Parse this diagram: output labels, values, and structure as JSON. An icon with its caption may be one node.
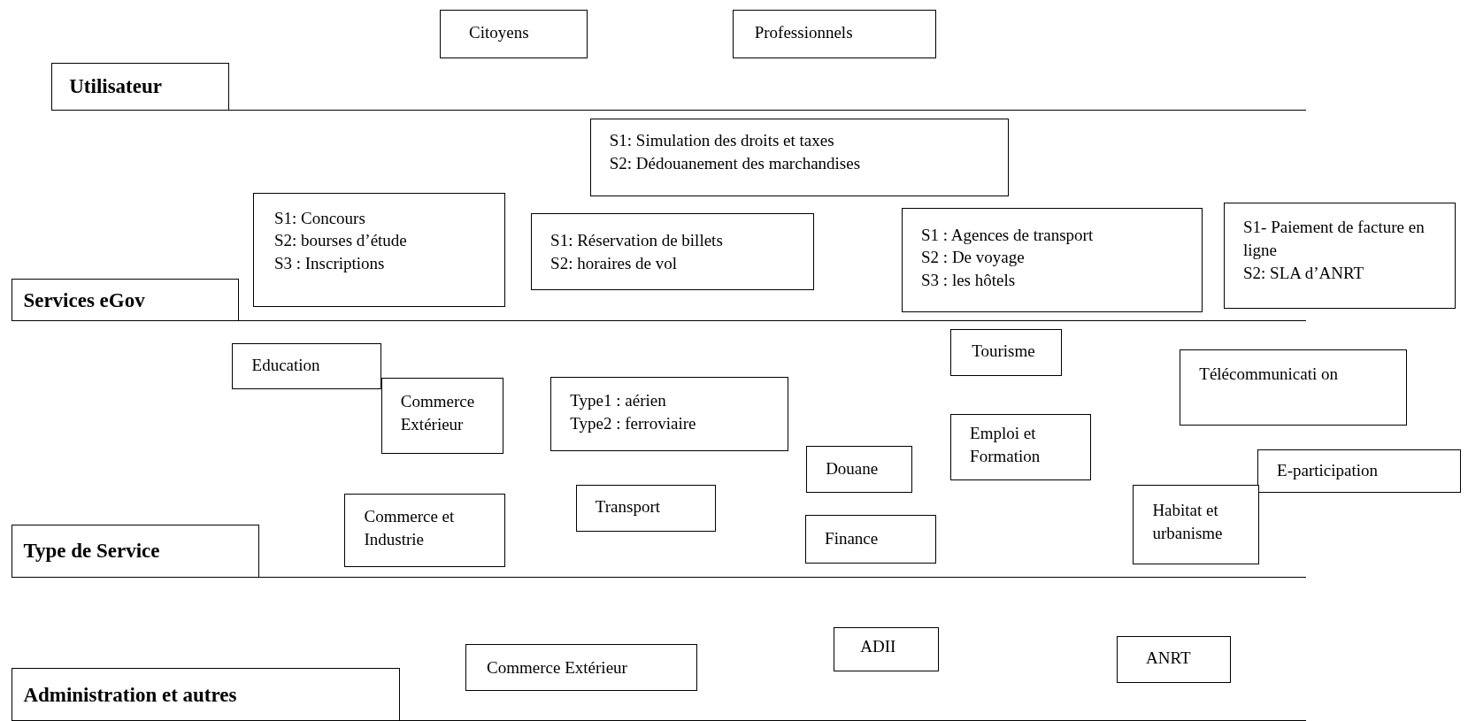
{
  "diagram": {
    "nodes": [
      {
        "text": [
          "Citoyens"
        ]
      },
      {
        "text": [
          "Professionnels"
        ]
      },
      {
        "text": [
          "Utilisateur"
        ]
      },
      {
        "text": [
          "S1: Simulation des droits et taxes",
          "S2: Dédouanement des marchandises"
        ]
      },
      {
        "text": [
          "S1: Concours",
          "S2: bourses d’étude",
          "S3 : Inscriptions"
        ]
      },
      {
        "text": [
          "S1: Réservation de billets",
          "S2: horaires de vol"
        ]
      },
      {
        "text": [
          "S1 : Agences de transport",
          "S2 : De voyage",
          "S3 : les hôtels"
        ]
      },
      {
        "text": [
          "S1- Paiement de facture en ligne",
          "S2: SLA d’ANRT"
        ]
      },
      {
        "text": [
          "Services eGov"
        ]
      },
      {
        "text": [
          "Education"
        ]
      },
      {
        "text": [
          "Tourisme"
        ]
      },
      {
        "text": [
          "Commerce Extérieur"
        ]
      },
      {
        "text": [
          "Type1 : aérien",
          "Type2 : ferroviaire"
        ]
      },
      {
        "text": [
          "Télécommunicati on"
        ]
      },
      {
        "text": [
          "Emploi et Formation"
        ]
      },
      {
        "text": [
          "Douane"
        ]
      },
      {
        "text": [
          "E-participation"
        ]
      },
      {
        "text": [
          "Transport"
        ]
      },
      {
        "text": [
          "Commerce et Industrie"
        ]
      },
      {
        "text": [
          "Habitat et urbanisme"
        ]
      },
      {
        "text": [
          "Finance"
        ]
      },
      {
        "text": [
          "Type de Service"
        ]
      },
      {
        "text": [
          "ADII"
        ]
      },
      {
        "text": [
          "ANRT"
        ]
      },
      {
        "text": [
          "Commerce Extérieur"
        ]
      },
      {
        "text": [
          "Administration et autres"
        ]
      }
    ],
    "edges": []
  }
}
